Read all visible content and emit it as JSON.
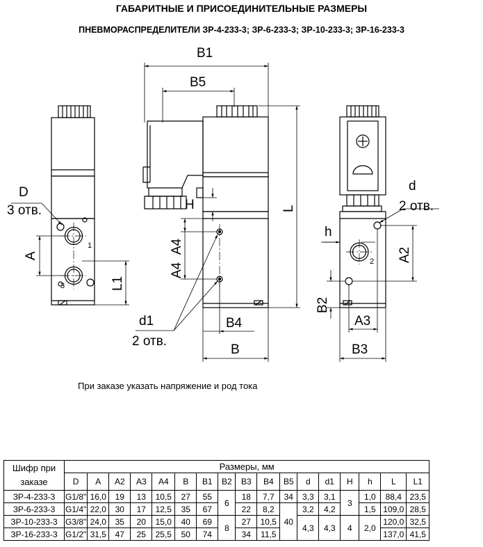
{
  "header": {
    "title": "ГАБАРИТНЫЕ И ПРИСОЕДИНИТЕЛЬНЫЕ РАЗМЕРЫ",
    "subtitle": "ПНЕВМОРАСПРЕДЕЛИТЕЛИ ЗР-4-233-3; ЗР-6-233-3; ЗР-10-233-3; ЗР-16-233-3"
  },
  "drawing": {
    "dims": {
      "B1": "B1",
      "B5": "B5",
      "L": "L",
      "H": "H",
      "A4a": "A4",
      "A4b": "A4",
      "d1": "d1",
      "d1_count": "2 отв.",
      "B4": "B4",
      "B": "B",
      "D": "D",
      "D_count": "3 отв.",
      "A": "A",
      "L1": "L1",
      "d": "d",
      "d_count": "2 отв.",
      "h": "h",
      "A2": "A2",
      "B2": "B2",
      "A3": "A3",
      "B3": "B3",
      "port1": "1",
      "port2": "2",
      "port3": "3"
    }
  },
  "note": "При заказе указать напряжение и род тока",
  "table": {
    "code_header": "Шифр при заказе",
    "sizes_header": "Размеры, мм",
    "columns": [
      "D",
      "A",
      "A2",
      "A3",
      "A4",
      "B",
      "B1",
      "B2",
      "B3",
      "B4",
      "B5",
      "d",
      "d1",
      "H",
      "h",
      "L",
      "L1"
    ],
    "rows": [
      {
        "code": "ЗР-4-233-3",
        "D": "G1/8\"",
        "A": "16,0",
        "A2": "19",
        "A3": "13",
        "A4": "10,5",
        "B": "27",
        "B1": "55",
        "B3": "18",
        "B4": "7,7",
        "B5": "34",
        "d": "3,3",
        "d1": "3,1",
        "h": "1,0",
        "L": "88,4",
        "L1": "23,5"
      },
      {
        "code": "ЗР-6-233-3",
        "D": "G1/4\"",
        "A": "22,0",
        "A2": "30",
        "A3": "17",
        "A4": "12,5",
        "B": "35",
        "B1": "67",
        "B3": "22",
        "B4": "8,2",
        "d": "3,2",
        "d1": "4,2",
        "h": "1,5",
        "L": "109,0",
        "L1": "28,5"
      },
      {
        "code": "ЗР-10-233-3",
        "D": "G3/8\"",
        "A": "24,0",
        "A2": "35",
        "A3": "20",
        "A4": "15,0",
        "B": "40",
        "B1": "69",
        "B3": "27",
        "B4": "10,5",
        "L": "120,0",
        "L1": "32,5"
      },
      {
        "code": "ЗР-16-233-3",
        "D": "G1/2\"",
        "A": "31,5",
        "A2": "47",
        "A3": "25",
        "A4": "25,5",
        "B": "50",
        "B1": "74",
        "B3": "34",
        "B4": "11,5",
        "L": "137,0",
        "L1": "41,5"
      }
    ],
    "merged": {
      "B2_top": "6",
      "B2_bottom": "8",
      "B5_bottom": "40",
      "d_bottom": "4,3",
      "d1_bottom": "4,3",
      "H_top": "3",
      "H_bottom": "4",
      "h_bottom": "2,0"
    }
  }
}
